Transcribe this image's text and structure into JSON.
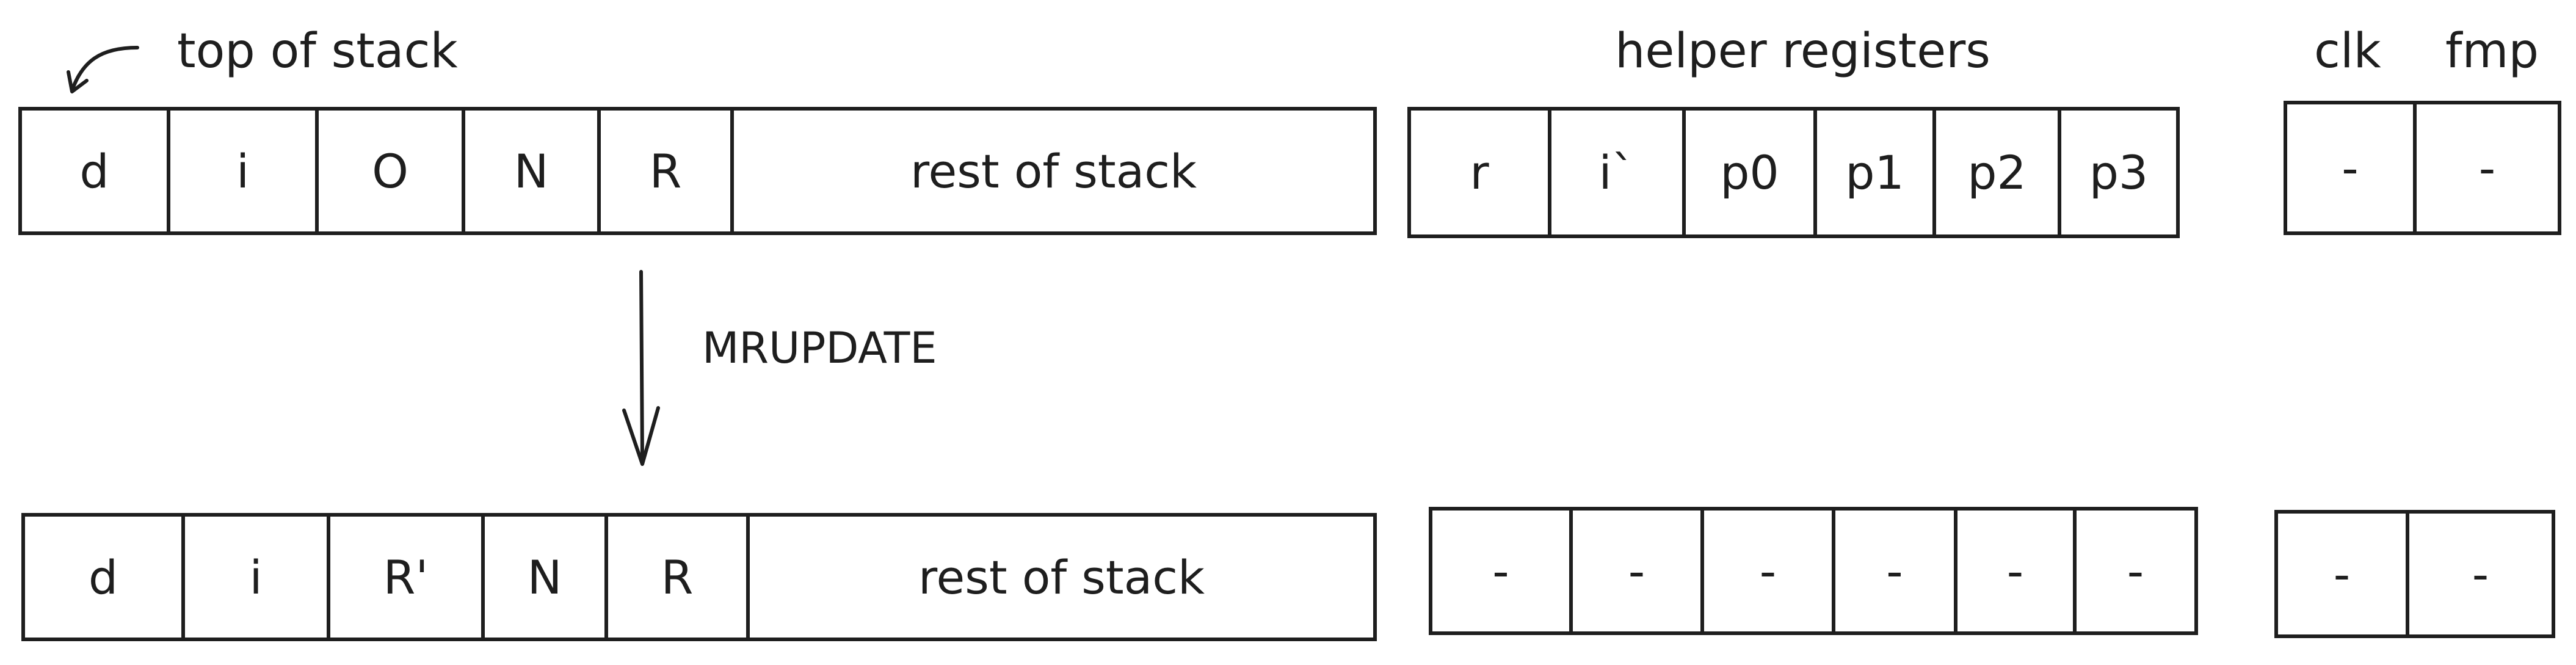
{
  "top_label": "top of stack",
  "helper_label": "helper registers",
  "clk_label": "clk",
  "fmp_label": "fmp",
  "operation_label": "MRUPDATE",
  "before": {
    "stack_cells": [
      "d",
      "i",
      "O",
      "N",
      "R",
      "rest of stack"
    ],
    "helper_cells": [
      "r",
      "i`",
      "p0",
      "p1",
      "p2",
      "p3"
    ],
    "extra_cells": [
      "-",
      "-"
    ]
  },
  "after": {
    "stack_cells": [
      "d",
      "i",
      "R'",
      "N",
      "R",
      "rest of stack"
    ],
    "helper_cells": [
      "-",
      "-",
      "-",
      "-",
      "-",
      "-"
    ],
    "extra_cells": [
      "-",
      "-"
    ]
  }
}
